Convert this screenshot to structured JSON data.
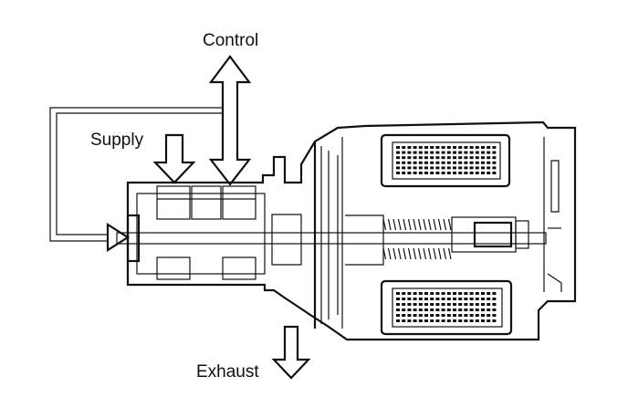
{
  "labels": {
    "control": "Control",
    "supply": "Supply",
    "exhaust": "Exhaust"
  },
  "colors": {
    "ink": "#111111",
    "background": "#ffffff"
  }
}
